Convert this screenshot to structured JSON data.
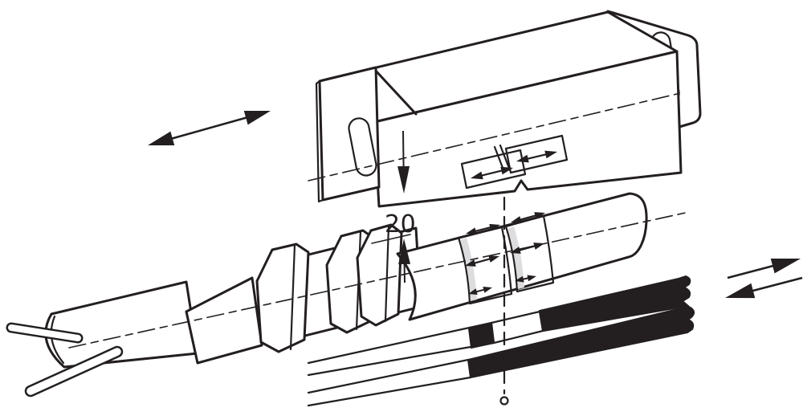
{
  "figure": {
    "type": "technical-line-drawing",
    "dimension": {
      "label": "20"
    },
    "colors": {
      "ink": "#231f20",
      "zone_fill": "#b4b4b6",
      "zone_highlight": "#dddddf",
      "background": "#ffffff"
    },
    "icons": {
      "direction_double_arrow": "double-headed-diagonal-arrow",
      "direction_paired_arrows": "opposed-single-arrows",
      "sensing_zone_arrow": "double-headed-arrow",
      "dimension_arrows": "vertical-dimension-arrows",
      "reference_marker": "dashed-line-with-circle"
    }
  }
}
